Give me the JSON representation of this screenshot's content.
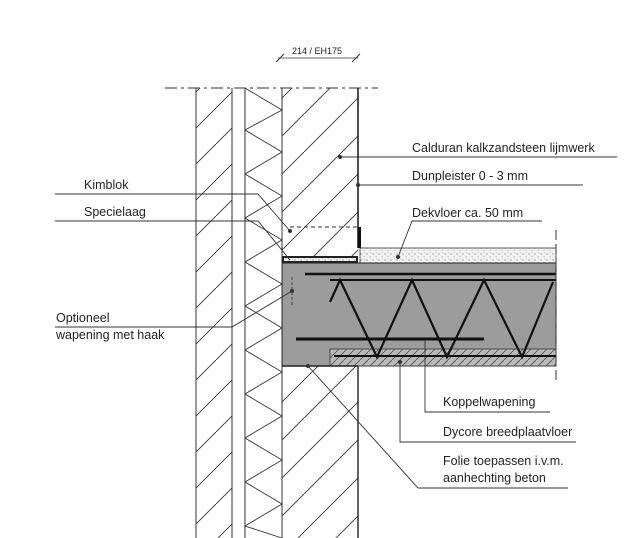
{
  "drawing": {
    "reference": "214 / EH175",
    "labels": {
      "calduran": "Calduran kalkzandsteen lijmwerk",
      "dunpleister": "Dunpleister 0 - 3 mm",
      "dekvloer": "Dekvloer ca. 50 mm",
      "kimblok": "Kimblok",
      "specielaag": "Specielaag",
      "optioneel_1": "Optioneel",
      "optioneel_2": "wapening met haak",
      "koppelwapening": "Koppelwapening",
      "dycore": "Dycore breedplaatvloer",
      "folie_1": "Folie toepassen i.v.m.",
      "folie_2": "aanhechting beton"
    }
  }
}
